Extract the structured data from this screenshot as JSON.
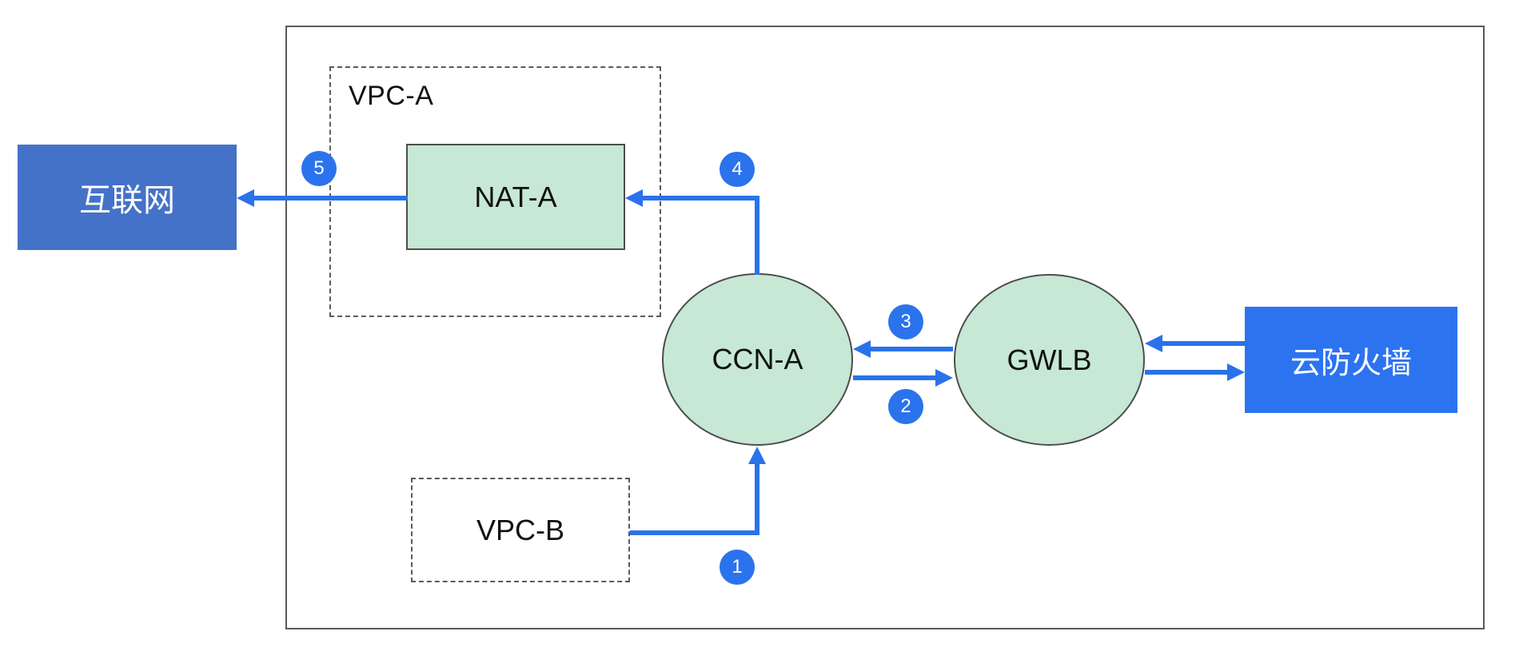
{
  "diagram": {
    "nodes": {
      "internet": {
        "label": "互联网"
      },
      "vpc_a": {
        "label": "VPC-A"
      },
      "nat_a": {
        "label": "NAT-A"
      },
      "ccn_a": {
        "label": "CCN-A"
      },
      "gwlb": {
        "label": "GWLB"
      },
      "cloud_firewall": {
        "label": "云防火墙"
      },
      "vpc_b": {
        "label": "VPC-B"
      }
    },
    "steps": [
      "1",
      "2",
      "3",
      "4",
      "5"
    ],
    "colors": {
      "internet-box": "#4472C8",
      "firewall-box": "#2C73F0",
      "node-fill": "#C6E8D5",
      "node-border": "#4D4D4D",
      "arrow": "#2A72EA",
      "badge": "#2B73EC",
      "dashed-border": "#5A5A5A",
      "outer-border": "#5A5A5A",
      "label-text": "#111111"
    }
  }
}
